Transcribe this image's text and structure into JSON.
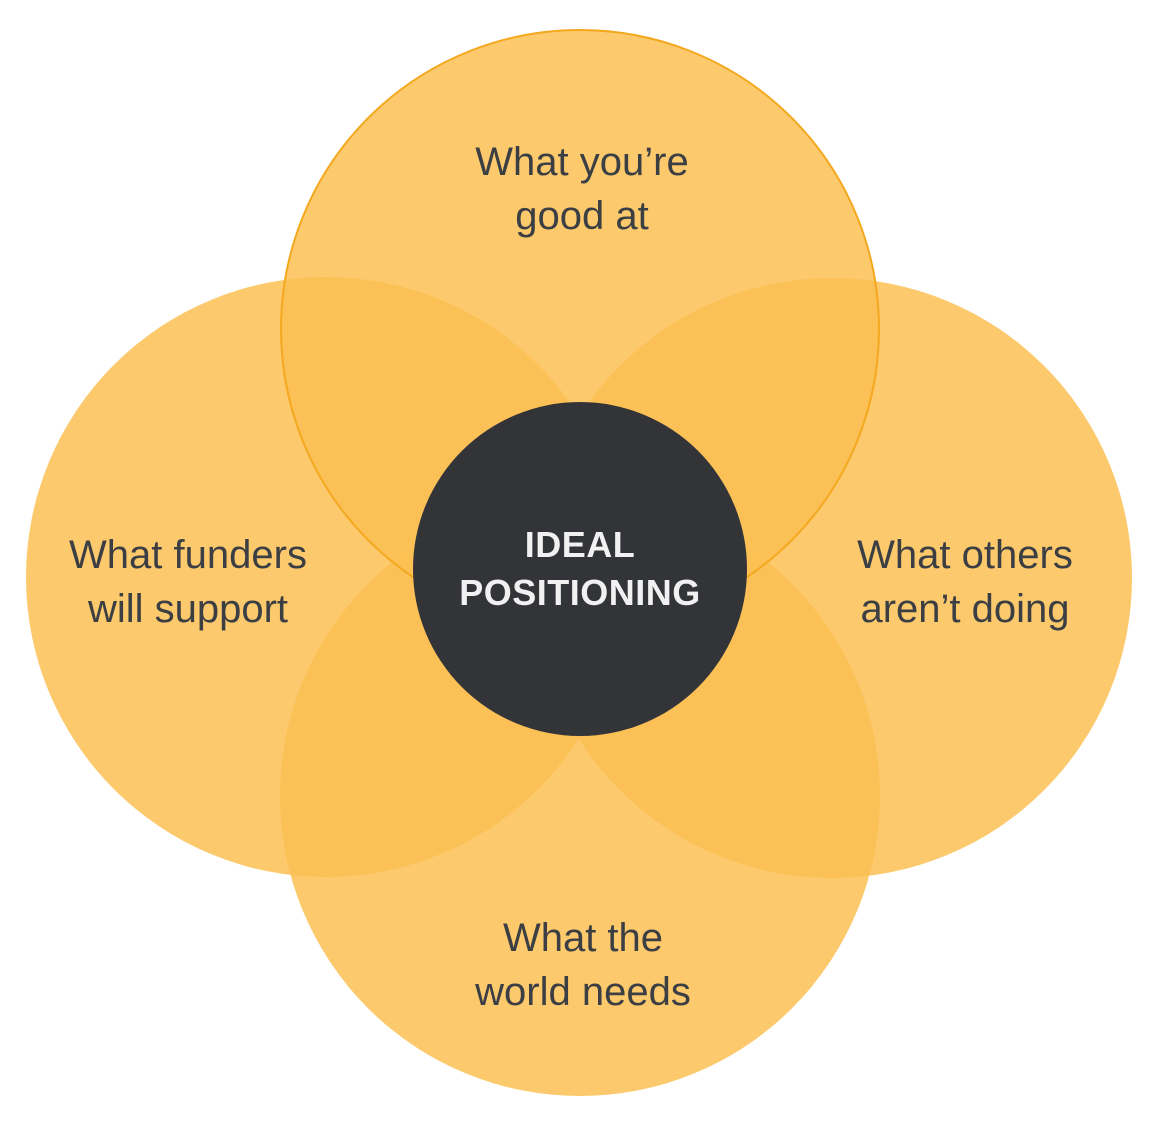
{
  "diagram": {
    "center_circle": {
      "line1": "IDEAL",
      "line2": "POSITIONING"
    },
    "circles": {
      "top": {
        "line1": "What you’re",
        "line2": "good at"
      },
      "right": {
        "line1": "What others",
        "line2": "aren’t doing"
      },
      "bottom": {
        "line1": "What the",
        "line2": "world needs"
      },
      "left": {
        "line1": "What funders",
        "line2": "will support"
      }
    },
    "colors": {
      "background": "#FFFFFF",
      "circle_fill_single": "#FCC966",
      "circle_fill_overlap": "#FBBD4F",
      "top_circle_stroke": "#F3A81E",
      "center_circle_bg": "#333438",
      "center_text": "#F1F1F1",
      "label_text": "#3B3E43"
    }
  }
}
